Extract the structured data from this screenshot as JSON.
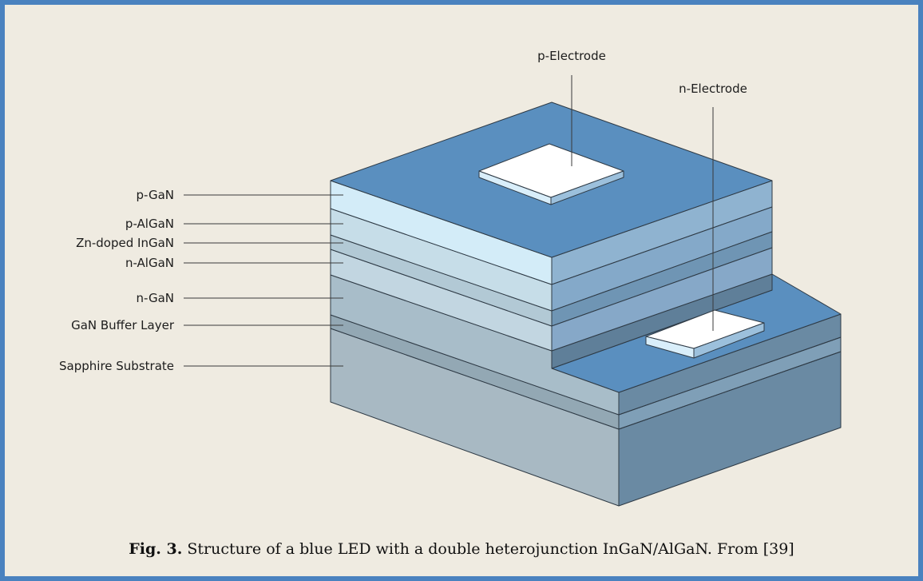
{
  "layers": [
    {
      "label": "p-GaN"
    },
    {
      "label": "p-AlGaN"
    },
    {
      "label": "Zn-doped InGaN"
    },
    {
      "label": "n-AlGaN"
    },
    {
      "label": "n-GaN"
    },
    {
      "label": "GaN Buffer Layer"
    },
    {
      "label": "Sapphire Substrate"
    }
  ],
  "electrodes": {
    "p": "p-Electrode",
    "n": "n-Electrode"
  },
  "caption": {
    "prefix": "Fig. 3.",
    "text": " Structure of a blue LED with a double heterojunction InGaN/AlGaN. From [39]"
  },
  "colors": {
    "frame_border": "#4a82bf",
    "background": "#efebe1",
    "top_surface": "#5a8fbf",
    "electrode": "#ffffff",
    "substrate_front": "#a8b9c3",
    "substrate_side": "#6a8aa3"
  }
}
